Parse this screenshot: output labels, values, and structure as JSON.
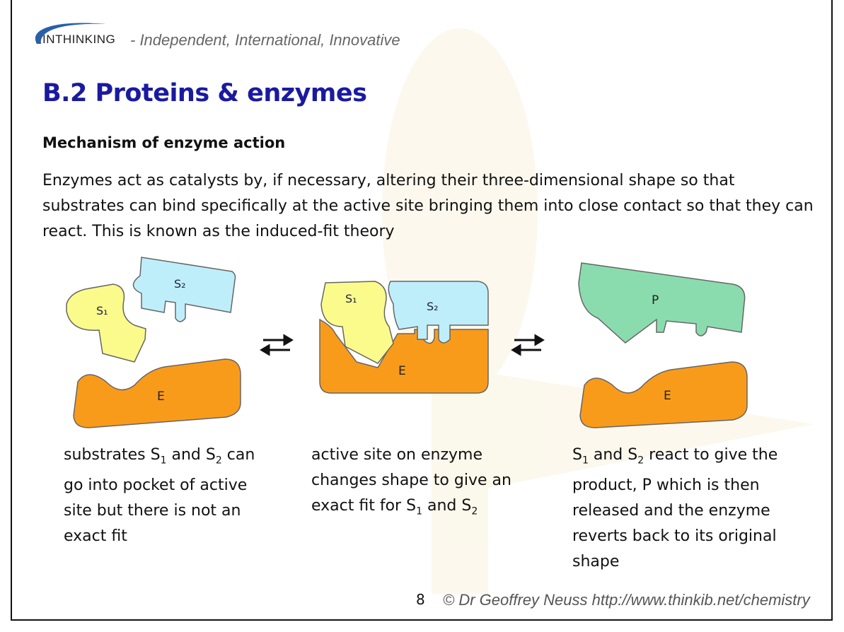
{
  "header": {
    "logo_text": "INTHINKING",
    "tagline": "- Independent, International, Innovative"
  },
  "title": "B.2 Proteins & enzymes",
  "subtitle": "Mechanism of enzyme action",
  "body_text": "Enzymes act as catalysts by, if necessary, altering their three-dimensional shape so that substrates can bind specifically at the active site bringing them into close contact so that they can react. This is known as the induced-fit theory",
  "diagram": {
    "labels": {
      "s": "S",
      "one": "1",
      "two": "2",
      "e": "E",
      "p": "P"
    },
    "colors": {
      "substrate1": "#fbfb8c",
      "substrate2": "#bfeefb",
      "enzyme": "#f99b1a",
      "product": "#8adcae"
    }
  },
  "captions": {
    "first": {
      "a": "substrates S",
      "b": "1",
      "c": " and S",
      "d": "2",
      "e": " can go into pocket of active site but there is not an exact fit"
    },
    "second": {
      "a": "active site on enzyme changes shape to give an exact fit for S",
      "b": "1",
      "c": " and S",
      "d": "2"
    },
    "third": {
      "a": "S",
      "b": "1",
      "c": " and S",
      "d": "2",
      "e": " react to give the product, P which is then released and the enzyme reverts back to its original shape"
    }
  },
  "footer": {
    "page_number": "8",
    "credit": "© Dr Geoffrey Neuss http://www.thinkib.net/chemistry"
  }
}
